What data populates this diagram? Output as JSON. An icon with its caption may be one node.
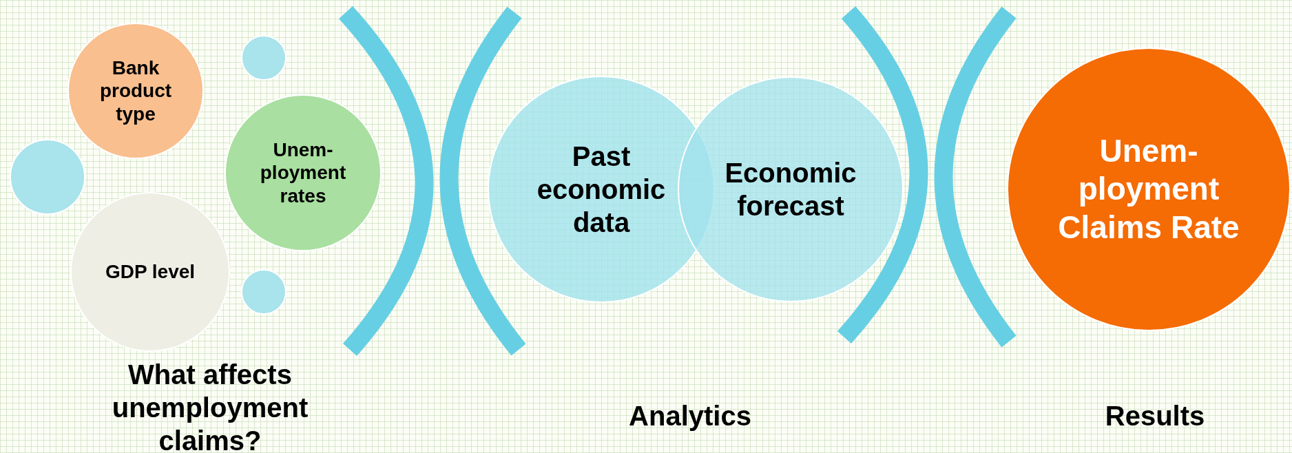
{
  "diagram": {
    "nodes": [
      {
        "text": [
          "Bank product type"
        ]
      },
      {
        "text": [
          "Unem-ployment rates"
        ]
      },
      {
        "text": [
          "GDP level"
        ]
      },
      {
        "text": [
          "Past economic data"
        ]
      },
      {
        "text": [
          "Economic forecast"
        ]
      },
      {
        "text": [
          "Unem-ployment Claims Rate"
        ]
      },
      {
        "text": [],
        "shape": "circle"
      },
      {
        "text": [],
        "shape": "circle"
      },
      {
        "text": [],
        "shape": "circle"
      }
    ],
    "edges": [],
    "labels": [
      "What affects unemployment claims?",
      "Analytics",
      "Results"
    ]
  }
}
